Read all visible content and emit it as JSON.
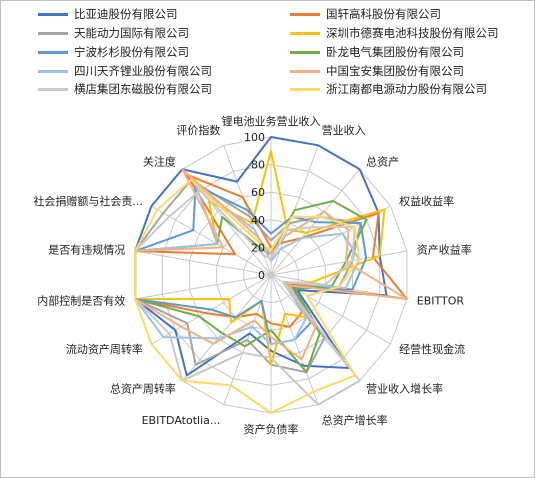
{
  "colors": {
    "grid": "#c8c8c8",
    "series": [
      "#4472c4",
      "#ed7d31",
      "#a5a5a5",
      "#ffc000",
      "#5b9bd5",
      "#70ad47",
      "#9dc3e6",
      "#f4b183",
      "#c9c9c9",
      "#ffd966"
    ]
  },
  "chart_data": {
    "type": "radar",
    "title": "",
    "rlim": [
      0,
      100
    ],
    "ticks": [
      "0",
      "20",
      "40",
      "60",
      "80",
      "100"
    ],
    "legend_position": "top",
    "axes": [
      "锂电池业务营业收入",
      "营业收入",
      "总资产",
      "权益收益率",
      "资产收益率",
      "EBITTOR",
      "经营性现金流",
      "营业收入增长率",
      "总资产增长率",
      "资产负债率",
      "EBITDAtotlia...",
      "总资产周转率",
      "流动资产周转率",
      "内部控制是否有效",
      "是否有违规情况",
      "社会捐赠额与社会责...",
      "关注度",
      "评价指数"
    ],
    "series": [
      {
        "name": "比亚迪股份有限公司",
        "values": [
          100,
          100,
          100,
          90,
          80,
          85,
          22,
          88,
          70,
          55,
          45,
          95,
          80,
          100,
          100,
          100,
          100,
          72
        ]
      },
      {
        "name": "国轩高科股份有限公司",
        "values": [
          20,
          25,
          35,
          90,
          75,
          100,
          12,
          35,
          40,
          35,
          30,
          40,
          55,
          100,
          100,
          30,
          95,
          60
        ]
      },
      {
        "name": "天能动力国际有限公司",
        "values": [
          25,
          40,
          55,
          75,
          60,
          50,
          20,
          60,
          75,
          65,
          50,
          85,
          70,
          100,
          100,
          90,
          90,
          45
        ]
      },
      {
        "name": "深圳市德赛电池科技股份有限公司",
        "values": [
          90,
          35,
          40,
          95,
          80,
          30,
          12,
          40,
          30,
          65,
          20,
          45,
          35,
          100,
          100,
          45,
          70,
          40
        ]
      },
      {
        "name": "宁波杉杉股份有限公司",
        "values": [
          30,
          45,
          50,
          75,
          70,
          60,
          18,
          45,
          50,
          50,
          20,
          40,
          50,
          100,
          100,
          65,
          85,
          50
        ]
      },
      {
        "name": "卧龙电气集团股份有限公司",
        "values": [
          15,
          50,
          70,
          80,
          55,
          45,
          20,
          55,
          75,
          40,
          55,
          55,
          60,
          100,
          100,
          45,
          55,
          20
        ]
      },
      {
        "name": "四川天齐锂业股份有限公司",
        "values": [
          10,
          20,
          35,
          60,
          65,
          55,
          10,
          40,
          50,
          50,
          40,
          60,
          90,
          100,
          100,
          45,
          85,
          35
        ]
      },
      {
        "name": "中国宝安集团股份有限公司",
        "values": [
          15,
          30,
          60,
          65,
          55,
          100,
          15,
          50,
          65,
          45,
          35,
          65,
          75,
          100,
          100,
          40,
          100,
          30
        ]
      },
      {
        "name": "横店集团东磁股份有限公司",
        "values": [
          12,
          35,
          45,
          70,
          60,
          40,
          10,
          100,
          100,
          60,
          60,
          100,
          85,
          100,
          100,
          85,
          80,
          15
        ]
      },
      {
        "name": "浙江南都电源动力股份有限公司",
        "values": [
          18,
          45,
          55,
          70,
          65,
          50,
          30,
          95,
          90,
          100,
          85,
          100,
          100,
          100,
          100,
          95,
          90,
          25
        ]
      }
    ]
  }
}
